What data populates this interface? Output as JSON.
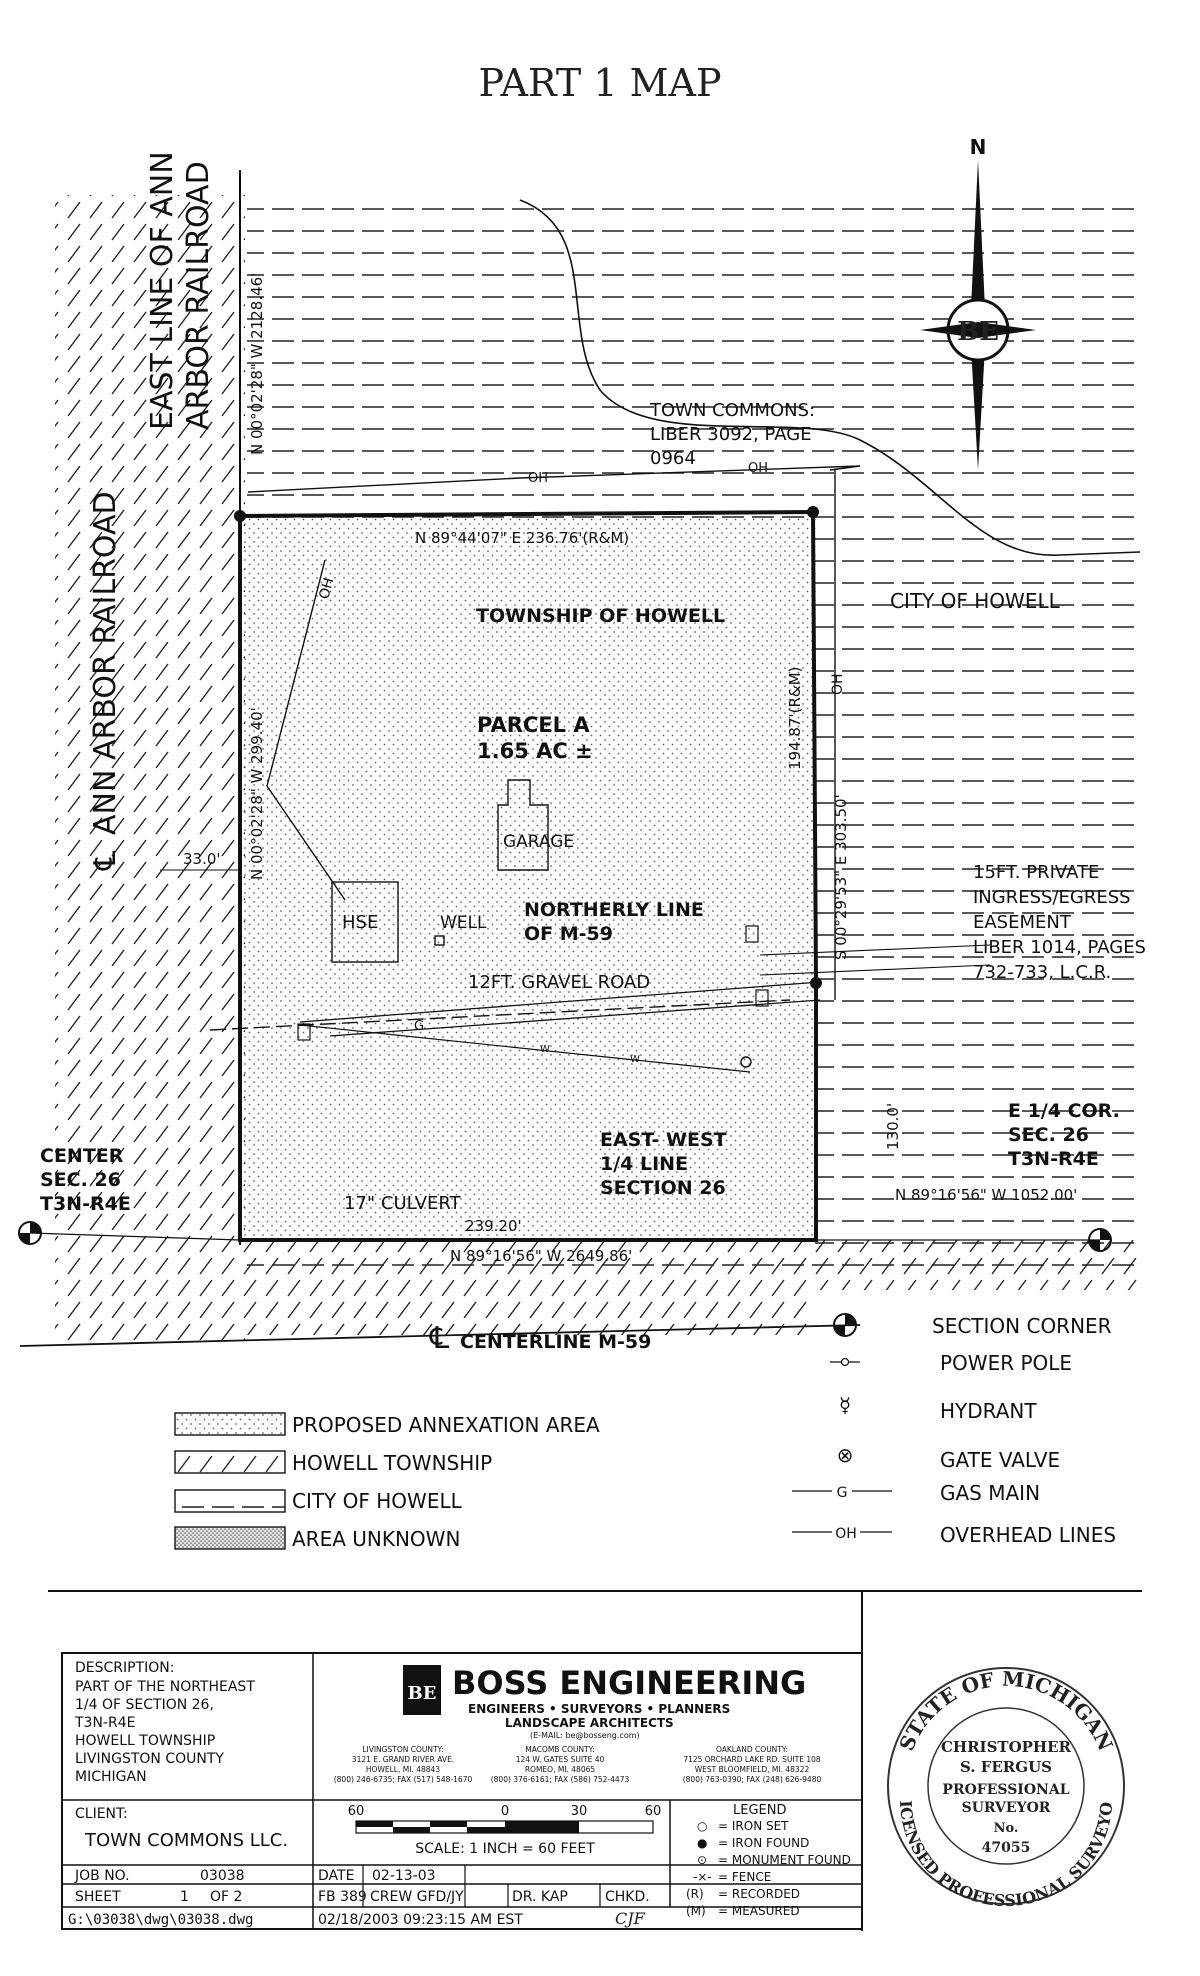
{
  "title": "PART 1 MAP",
  "north": "N",
  "logo_text": "BE",
  "labels": {
    "east_line_rr_1": "EAST LINE OF ANN",
    "east_line_rr_2": "ARBOR RAILROAD",
    "cl_rr": "ANN ARBOR RAILROAD",
    "cl_symbol": "℄",
    "town_commons_1": "TOWN COMMONS:",
    "town_commons_2": "LIBER 3092, PAGE",
    "town_commons_3": "0964",
    "city_of_howell": "CITY OF HOWELL",
    "township_of_howell": "TOWNSHIP OF HOWELL",
    "parcel_name": "PARCEL A",
    "parcel_area": "1.65 AC ±",
    "garage": "GARAGE",
    "hse": "HSE",
    "well": "WELL",
    "northerly_1": "NORTHERLY LINE",
    "northerly_2": "OF M-59",
    "gravel_road": "12FT. GRAVEL ROAD",
    "easement_1": "15FT. PRIVATE",
    "easement_2": "INGRESS/EGRESS",
    "easement_3": "EASEMENT",
    "easement_4": "LIBER 1014, PAGES",
    "easement_5": "732-733, L.C.R.",
    "e_quarter_1": "E 1/4 COR.",
    "e_quarter_2": "SEC. 26",
    "e_quarter_3": "T3N-R4E",
    "center_1": "CENTER",
    "center_2": "SEC. 26",
    "center_3": "T3N-R4E",
    "ew_1": "EAST- WEST",
    "ew_2": "1/4 LINE",
    "ew_3": "SECTION 26",
    "culvert": "17\"  CULVERT",
    "centerline_m59": "CENTERLINE M-59",
    "oh": "OH",
    "g": "G",
    "w": "W"
  },
  "dimensions": {
    "north": "N 89°44'07\" E 236.76'(R&M)",
    "east": "194.87'(R&M)",
    "east_total": "S 00°29'53\" E 303.50'",
    "west": "N 00°02'28\" W 299.40'",
    "west_rr": "N 00°02'28\" W 2128.46'",
    "south": "239.20'",
    "south_total": "N 89°16'56\" W 2649.86'",
    "south_east": "N 89°16'56\" W 1052.00'",
    "offset_33": "33.0'",
    "offset_130": "130.0'"
  },
  "area_legend": [
    {
      "label": "PROPOSED ANNEXATION AREA",
      "pattern": "dots"
    },
    {
      "label": "HOWELL TOWNSHIP",
      "pattern": "hatch"
    },
    {
      "label": "CITY OF HOWELL",
      "pattern": "dash"
    },
    {
      "label": "AREA UNKNOWN",
      "pattern": "dense"
    }
  ],
  "symbol_legend": [
    {
      "label": "SECTION CORNER",
      "icon": "section-corner"
    },
    {
      "label": "POWER POLE",
      "icon": "power-pole"
    },
    {
      "label": "HYDRANT",
      "icon": "hydrant"
    },
    {
      "label": "GATE VALVE",
      "icon": "gate-valve"
    },
    {
      "label": "GAS MAIN",
      "icon": "gas-main",
      "code": "G"
    },
    {
      "label": "OVERHEAD LINES",
      "icon": "overhead-line",
      "code": "OH"
    }
  ],
  "title_block": {
    "description_label": "DESCRIPTION:",
    "description_lines": [
      "PART OF THE NORTHEAST",
      "1/4 OF SECTION 26,",
      "T3N-R4E",
      "HOWELL TOWNSHIP",
      "LIVINGSTON COUNTY",
      "MICHIGAN"
    ],
    "client_label": "CLIENT:",
    "client": "TOWN COMMONS LLC.",
    "job_label": "JOB NO.",
    "job_no": "03038",
    "sheet_label": "SHEET",
    "sheet_no": "1",
    "sheet_of": "OF 2",
    "file_path": "G:\\03038\\dwg\\03038.dwg",
    "date_label": "DATE",
    "date": "02-13-03",
    "fb": "FB 389",
    "crew": "CREW  GFD/JY",
    "dr": "DR.  KAP",
    "chkd": "CHKD.",
    "initials": "CJF",
    "timestamp": "02/18/2003   09:23:15 AM EST",
    "company": "BOSS ENGINEERING",
    "company_sub1": "ENGINEERS • SURVEYORS • PLANNERS",
    "company_sub2": "LANDSCAPE ARCHITECTS",
    "email": "(E-MAIL: be@bosseng.com)",
    "offices": [
      {
        "county": "LIVINGSTON COUNTY:",
        "addr1": "3121 E. GRAND RIVER AVE.",
        "addr2": "HOWELL, MI. 48843",
        "phone": "(800) 246-6735; FAX (517) 548-1670"
      },
      {
        "county": "MACOMB COUNTY:",
        "addr1": "124 W. GATES  SUITE 40",
        "addr2": "ROMEO, MI. 48065",
        "phone": "(800) 376-6161; FAX (586) 752-4473"
      },
      {
        "county": "OAKLAND COUNTY:",
        "addr1": "7125 ORCHARD LAKE RD. SUITE 108",
        "addr2": "WEST BLOOMFIELD, MI. 48322",
        "phone": "(800) 763-0390; FAX (248) 626-9480"
      }
    ],
    "scale_ticks": [
      "60",
      "0",
      "30",
      "60"
    ],
    "scale_text": "SCALE: 1 INCH = 60 FEET",
    "legend_title": "LEGEND",
    "legend_items": [
      "= IRON SET",
      "= IRON FOUND",
      "= MONUMENT FOUND",
      "= FENCE",
      "= RECORDED",
      "= MEASURED"
    ],
    "legend_syms": [
      "○",
      "●",
      "⊙",
      "-×-",
      "(R)",
      "(M)"
    ],
    "seal": {
      "arc_top": "STATE OF MICHIGAN",
      "arc_bottom": "LICENSED PROFESSIONAL SURVEYOR",
      "name1": "CHRISTOPHER",
      "name2": "S. FERGUS",
      "line3": "PROFESSIONAL",
      "line4": "SURVEYOR",
      "no": "No.",
      "number": "47055"
    }
  }
}
